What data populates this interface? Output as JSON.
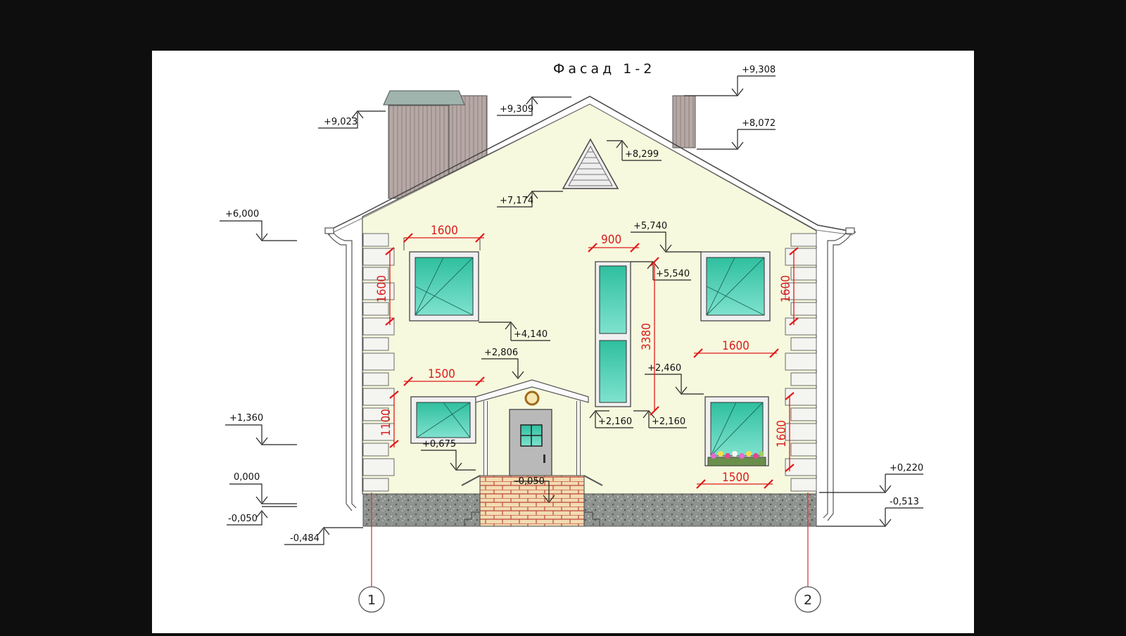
{
  "title": "Фасад 1-2",
  "colors": {
    "wall": "#f7f9df",
    "glass": "#4fd1b5",
    "chimney": "#b3a6a3",
    "dimension": "#e01a1a",
    "plinth": "#8d918d",
    "brick": "#f3dfb6",
    "door": "#b8b8b8"
  },
  "elevations": {
    "chimney_left_top": "+9,023",
    "ridge": "+9,309",
    "chimney_right_top": "+9,308",
    "roof_right": "+8,072",
    "vent_top": "+8,299",
    "vent_bottom": "+7,174",
    "eave": "+6,000",
    "window_top_right": "+5,740",
    "window_tall_top": "+5,540",
    "window_left_bottom": "+4,140",
    "canopy_top": "+2,806",
    "window_right_lower_top": "+2,460",
    "window_tall_bottom_left": "+2,160",
    "window_tall_bottom_right": "+2,160",
    "level_1360": "+1,360",
    "window_left_lower_bottom": "+0,675",
    "zero": "0,000",
    "porch_level": "-0,050",
    "floor_minus": "-0,050",
    "ground_left": "-0,484",
    "plinth_right": "+0,220",
    "ground_right": "-0,513"
  },
  "dimensions": {
    "w_top_left": "1600",
    "h_top_left": "1600",
    "w_tall": "900",
    "h_tall": "3380",
    "w_top_right": "1600",
    "h_top_right": "1600",
    "w_lower_left": "1500",
    "h_lower_left": "1100",
    "w_lower_right": "1500",
    "h_lower_right": "1600"
  },
  "axes": [
    "1",
    "2"
  ]
}
